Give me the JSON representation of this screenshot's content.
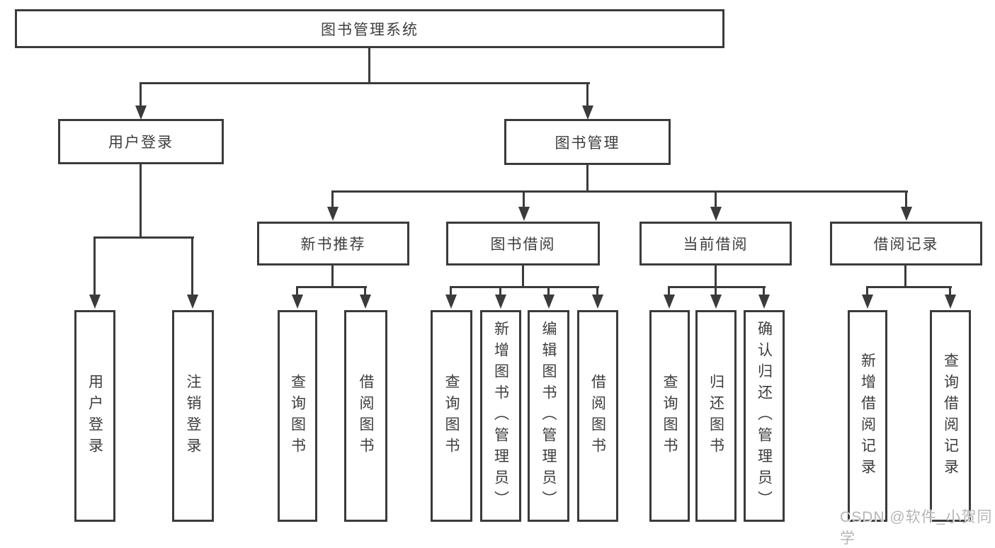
{
  "watermark": "CSDN @软件_小贺同学",
  "colors": {
    "line": "#3b3b3b",
    "text": "#3d3d3d",
    "background": "#ffffff",
    "watermark": "#b5b5b5"
  },
  "tree": {
    "label": "图书管理系统",
    "children": [
      {
        "label": "用户登录",
        "children": [
          {
            "label": "用户登录"
          },
          {
            "label": "注销登录"
          }
        ]
      },
      {
        "label": "图书管理",
        "children": [
          {
            "label": "新书推荐",
            "children": [
              {
                "label": "查询图书"
              },
              {
                "label": "借阅图书"
              }
            ]
          },
          {
            "label": "图书借阅",
            "children": [
              {
                "label": "查询图书"
              },
              {
                "label": "新增图书（管理员）"
              },
              {
                "label": "编辑图书（管理员）"
              },
              {
                "label": "借阅图书"
              }
            ]
          },
          {
            "label": "当前借阅",
            "children": [
              {
                "label": "查询图书"
              },
              {
                "label": "归还图书"
              },
              {
                "label": "确认归还（管理员）"
              }
            ]
          },
          {
            "label": "借阅记录",
            "children": [
              {
                "label": "新增借阅记录"
              },
              {
                "label": "查询借阅记录"
              }
            ]
          }
        ]
      }
    ]
  }
}
